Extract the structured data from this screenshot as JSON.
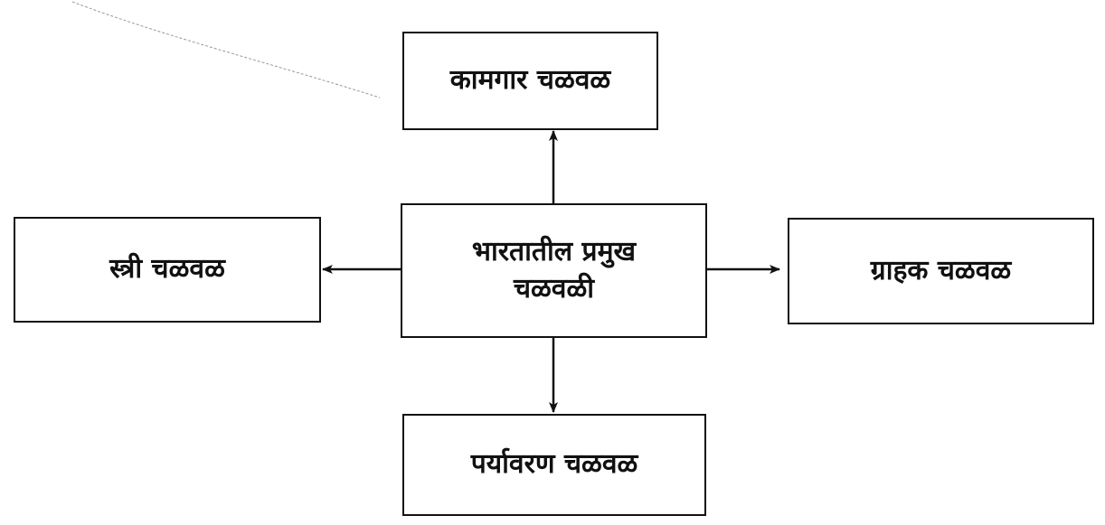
{
  "diagram": {
    "center": {
      "line1": "भारतातील प्रमुख",
      "line2": "चळवळी"
    },
    "top": "कामगार चळवळ",
    "left": "स्त्री चळवळ",
    "right": "ग्राहक चळवळ",
    "bottom": "पर्यावरण चळवळ"
  }
}
